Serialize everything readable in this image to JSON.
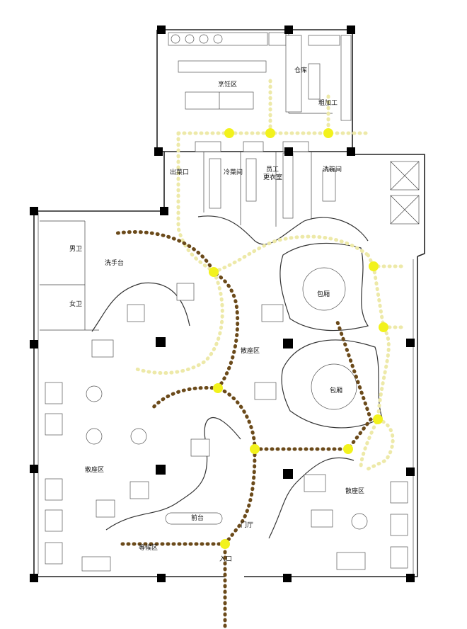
{
  "labels": {
    "kitchen_cooking": "烹饪区",
    "warehouse": "仓库",
    "rough_processing": "粗加工",
    "serving_exit": "出菜口",
    "cold_dish": "冷菜间",
    "staff_locker_line1": "员工",
    "staff_locker_line2": "更衣室",
    "dishwashing": "洗碗间",
    "mens_restroom": "男卫",
    "womens_restroom": "女卫",
    "washbasin": "洗手台",
    "private_room_1": "包厢",
    "private_room_2": "包厢",
    "dining_area_center": "散座区",
    "dining_area_left": "散座区",
    "dining_area_right": "散座区",
    "reception": "前台",
    "lobby": "门厅",
    "waiting_area": "等候区",
    "entrance": "入口"
  },
  "colors": {
    "customer_flow": "#6b4a1a",
    "service_flow": "#ede9a8",
    "node": "#f2f21c",
    "column": "#000000"
  }
}
